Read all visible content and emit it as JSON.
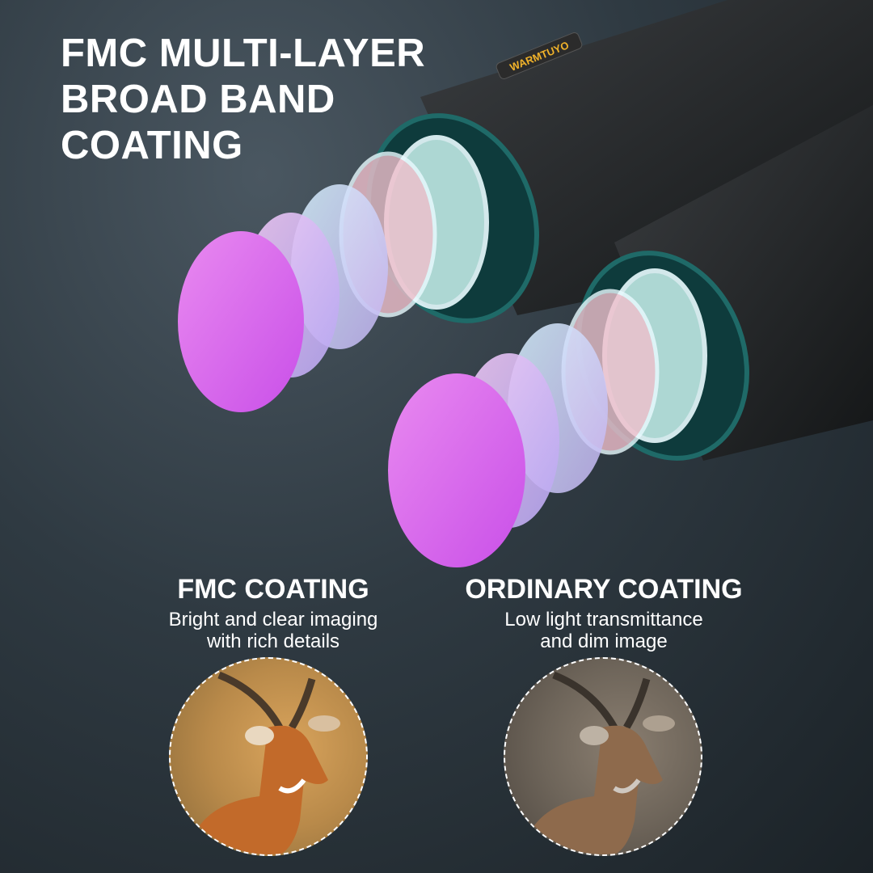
{
  "headline": {
    "lines": [
      "FMC MULTI-LAYER",
      "BROAD BAND",
      "COATING"
    ]
  },
  "brand": "WARMTUYO",
  "comparison": [
    {
      "title": "FMC COATING",
      "desc_lines": [
        "Bright and clear imaging",
        "with rich details"
      ]
    },
    {
      "title": "ORDINARY COATING",
      "desc_lines": [
        "Low light transmittance",
        "and dim image"
      ]
    }
  ]
}
